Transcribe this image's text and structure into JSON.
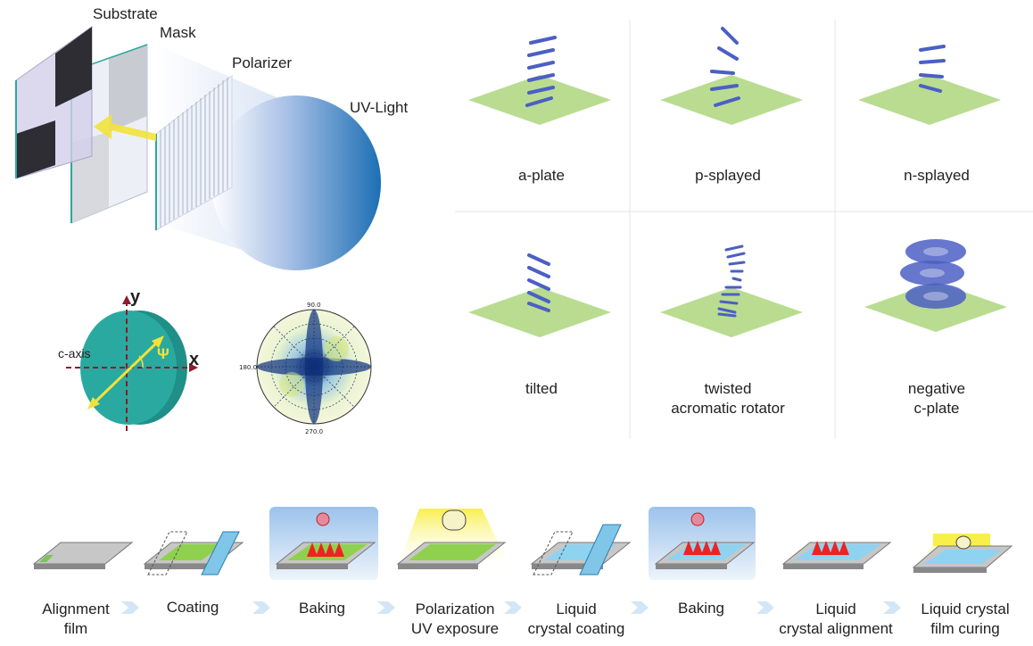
{
  "optics": {
    "substrate": "Substrate",
    "mask": "Mask",
    "polarizer": "Polarizer",
    "uv_light": "UV-Light"
  },
  "crystal": {
    "y": "y",
    "x": "x",
    "c_axis": "c-axis",
    "psi": "Ψ"
  },
  "polar": {
    "top": "90.0",
    "left": "180.0",
    "bottom": "270.0"
  },
  "grid": [
    {
      "line1": "a-plate",
      "line2": ""
    },
    {
      "line1": "p-splayed",
      "line2": ""
    },
    {
      "line1": "n-splayed",
      "line2": ""
    },
    {
      "line1": "tilted",
      "line2": ""
    },
    {
      "line1": "twisted",
      "line2": "acromatic rotator"
    },
    {
      "line1": "negative",
      "line2": "c-plate"
    }
  ],
  "process": [
    {
      "line1": "Alignment",
      "line2": "film"
    },
    {
      "line1": "Coating",
      "line2": ""
    },
    {
      "line1": "Baking",
      "line2": ""
    },
    {
      "line1": "Polarization",
      "line2": "UV exposure"
    },
    {
      "line1": "Liquid",
      "line2": "crystal coating"
    },
    {
      "line1": "Baking",
      "line2": ""
    },
    {
      "line1": "Liquid",
      "line2": "crystal alignment"
    },
    {
      "line1": "Liquid crystal",
      "line2": "film curing"
    }
  ],
  "colors": {
    "plate_green": "#b9dc91",
    "rod_blue": "#4b5fc4",
    "teal": "#2aa9a0",
    "arrow_yellow": "#f2e23a",
    "axis_red": "#8a1c2c",
    "uv_blue": "#1c6fb4",
    "process_arrow": "#d3e6f5"
  }
}
